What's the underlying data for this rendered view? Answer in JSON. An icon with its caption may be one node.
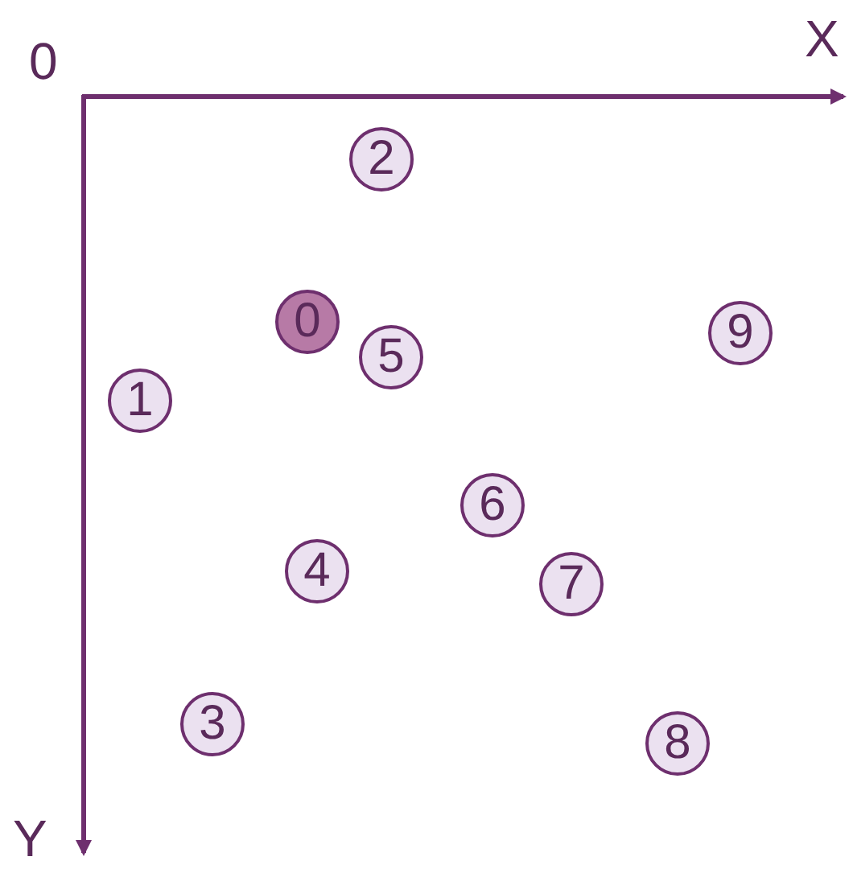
{
  "diagram": {
    "nodes": [
      {
        "text": [
          "2"
        ]
      },
      {
        "text": [
          "0"
        ]
      },
      {
        "text": [
          "9"
        ]
      },
      {
        "text": [
          "5"
        ]
      },
      {
        "text": [
          "1"
        ]
      },
      {
        "text": [
          "6"
        ]
      },
      {
        "text": [
          "4"
        ]
      },
      {
        "text": [
          "7"
        ]
      },
      {
        "text": [
          "3"
        ]
      },
      {
        "text": [
          "8"
        ]
      }
    ],
    "labels": [
      "0",
      "X",
      "Y"
    ]
  }
}
